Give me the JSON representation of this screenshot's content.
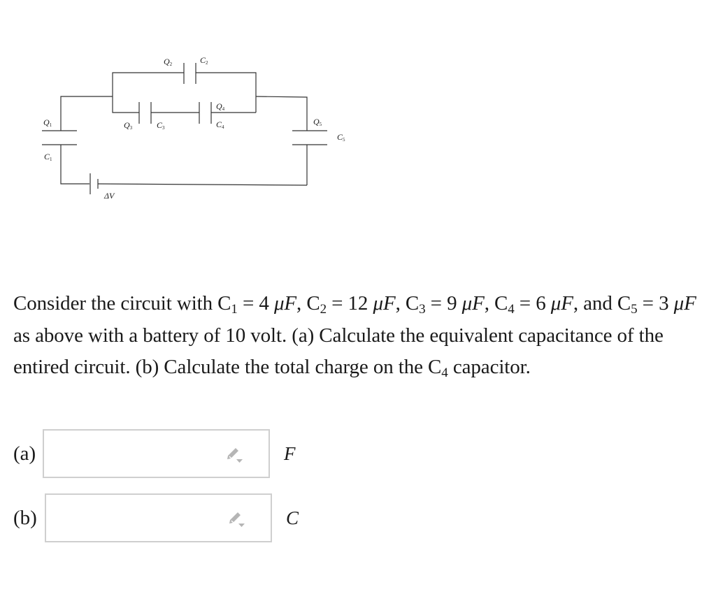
{
  "diagram": {
    "labels": {
      "Q1": "Q",
      "Q1_sub": "1",
      "C1": "C",
      "C1_sub": "1",
      "Q2": "Q",
      "Q2_sub": "2",
      "C2": "C",
      "C2_sub": "2",
      "Q3": "Q",
      "Q3_sub": "3",
      "C3": "C",
      "C3_sub": "3",
      "Q4": "Q",
      "Q4_sub": "4",
      "C4": "C",
      "C4_sub": "4",
      "Q5": "Q",
      "Q5_sub": "5",
      "C5": "C",
      "C5_sub": "5",
      "battery": "ΔV"
    }
  },
  "question": {
    "p1": "Consider the circuit with C",
    "s1": "1",
    "p2": " = 4 ",
    "u1": "μF",
    "p3": ", C",
    "s2": "2",
    "p4": " = 12 ",
    "u2": "μF",
    "p5": ", C",
    "s3": "3",
    "p6": " = 9 ",
    "u3": "μF",
    "p7": ", C",
    "s4": "4",
    "p8": " = 6 ",
    "u4": "μF",
    "p9": ", and C",
    "s5": "5",
    "p10": " = 3 ",
    "u5": "μF",
    "p11": " as above with a battery of 10 volt. (a) Calculate the equivalent capacitance of the entired circuit. (b) Calculate the total charge on the C",
    "s6": "4",
    "p12": " capacitor."
  },
  "answers": [
    {
      "label": "(a)",
      "value": "",
      "placeholder": "",
      "unit": "F"
    },
    {
      "label": "(b)",
      "value": "",
      "placeholder": "",
      "unit": "C"
    }
  ],
  "colors": {
    "box_border": "#cfcfcf",
    "icon": "#b5b5b5"
  }
}
